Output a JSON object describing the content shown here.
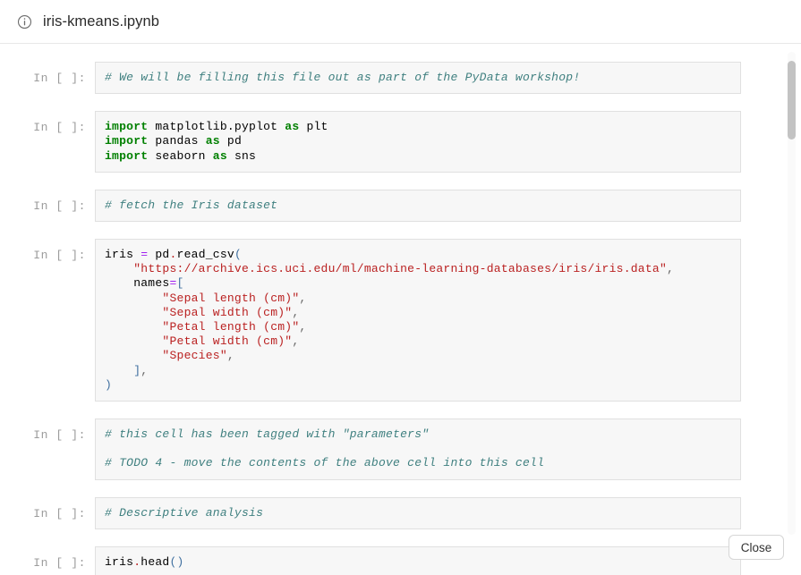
{
  "header": {
    "icon": "info-circle-icon",
    "title": "iris-kmeans.ipynb"
  },
  "footer": {
    "close_label": "Close"
  },
  "notebook": {
    "prompt_label": "In [ ]:",
    "cells": [
      {
        "id": "cell-1",
        "lines": [
          [
            {
              "t": "# We will be filling this file out as part of the PyData workshop!",
              "c": "tok-comment"
            }
          ]
        ]
      },
      {
        "id": "cell-2",
        "lines": [
          [
            {
              "t": "import",
              "c": "tok-keyword"
            },
            {
              "t": " matplotlib.pyplot ",
              "c": "tok-plain"
            },
            {
              "t": "as",
              "c": "tok-keyword"
            },
            {
              "t": " plt",
              "c": "tok-plain"
            }
          ],
          [
            {
              "t": "import",
              "c": "tok-keyword"
            },
            {
              "t": " pandas ",
              "c": "tok-plain"
            },
            {
              "t": "as",
              "c": "tok-keyword"
            },
            {
              "t": " pd",
              "c": "tok-plain"
            }
          ],
          [
            {
              "t": "import",
              "c": "tok-keyword"
            },
            {
              "t": " seaborn ",
              "c": "tok-plain"
            },
            {
              "t": "as",
              "c": "tok-keyword"
            },
            {
              "t": " sns",
              "c": "tok-plain"
            }
          ]
        ]
      },
      {
        "id": "cell-3",
        "lines": [
          [
            {
              "t": "# fetch the Iris dataset",
              "c": "tok-comment"
            }
          ]
        ]
      },
      {
        "id": "cell-4",
        "lines": [
          [
            {
              "t": "iris ",
              "c": "tok-plain"
            },
            {
              "t": "=",
              "c": "tok-operator"
            },
            {
              "t": " pd",
              "c": "tok-plain"
            },
            {
              "t": ".",
              "c": "tok-dot"
            },
            {
              "t": "read_csv",
              "c": "tok-plain"
            },
            {
              "t": "(",
              "c": "tok-paren"
            }
          ],
          [
            {
              "t": "    ",
              "c": "tok-plain"
            },
            {
              "t": "\"https://archive.ics.uci.edu/ml/machine-learning-databases/iris/iris.data\"",
              "c": "tok-string"
            },
            {
              "t": ",",
              "c": "tok-punct"
            }
          ],
          [
            {
              "t": "    names",
              "c": "tok-plain"
            },
            {
              "t": "=",
              "c": "tok-operator"
            },
            {
              "t": "[",
              "c": "tok-paren"
            }
          ],
          [
            {
              "t": "        ",
              "c": "tok-plain"
            },
            {
              "t": "\"Sepal length (cm)\"",
              "c": "tok-string"
            },
            {
              "t": ",",
              "c": "tok-punct"
            }
          ],
          [
            {
              "t": "        ",
              "c": "tok-plain"
            },
            {
              "t": "\"Sepal width (cm)\"",
              "c": "tok-string"
            },
            {
              "t": ",",
              "c": "tok-punct"
            }
          ],
          [
            {
              "t": "        ",
              "c": "tok-plain"
            },
            {
              "t": "\"Petal length (cm)\"",
              "c": "tok-string"
            },
            {
              "t": ",",
              "c": "tok-punct"
            }
          ],
          [
            {
              "t": "        ",
              "c": "tok-plain"
            },
            {
              "t": "\"Petal width (cm)\"",
              "c": "tok-string"
            },
            {
              "t": ",",
              "c": "tok-punct"
            }
          ],
          [
            {
              "t": "        ",
              "c": "tok-plain"
            },
            {
              "t": "\"Species\"",
              "c": "tok-string"
            },
            {
              "t": ",",
              "c": "tok-punct"
            }
          ],
          [
            {
              "t": "    ",
              "c": "tok-plain"
            },
            {
              "t": "]",
              "c": "tok-paren"
            },
            {
              "t": ",",
              "c": "tok-punct"
            }
          ],
          [
            {
              "t": ")",
              "c": "tok-paren"
            }
          ]
        ]
      },
      {
        "id": "cell-5",
        "lines": [
          [
            {
              "t": "# this cell has been tagged with \"parameters\"",
              "c": "tok-comment"
            }
          ],
          [
            {
              "t": "",
              "c": "tok-plain"
            }
          ],
          [
            {
              "t": "# TODO 4 - move the contents of the above cell into this cell",
              "c": "tok-comment"
            }
          ]
        ]
      },
      {
        "id": "cell-6",
        "lines": [
          [
            {
              "t": "# Descriptive analysis",
              "c": "tok-comment"
            }
          ]
        ]
      },
      {
        "id": "cell-7",
        "lines": [
          [
            {
              "t": "iris",
              "c": "tok-plain"
            },
            {
              "t": ".",
              "c": "tok-dot"
            },
            {
              "t": "head",
              "c": "tok-plain"
            },
            {
              "t": "()",
              "c": "tok-paren"
            }
          ]
        ]
      }
    ]
  }
}
